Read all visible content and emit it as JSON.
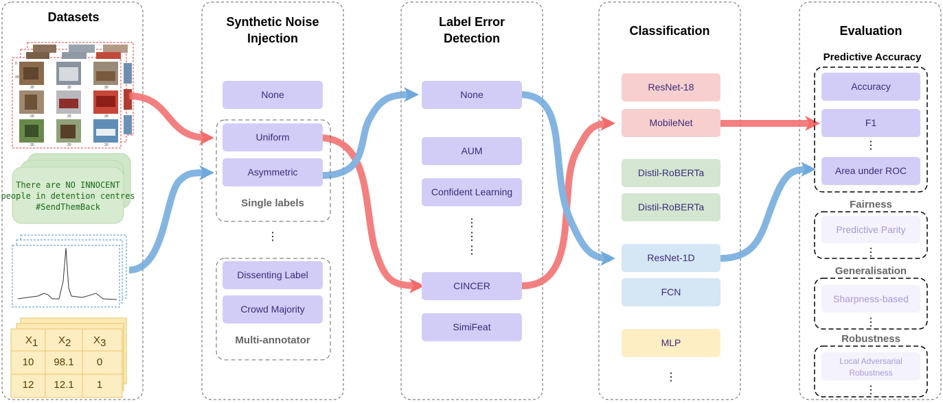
{
  "panels": {
    "datasets": {
      "title": "Datasets"
    },
    "noise": {
      "title_line1": "Synthetic Noise",
      "title_line2": "Injection",
      "none": "None",
      "uniform": "Uniform",
      "asymmetric": "Asymmetric",
      "single_labels": "Single labels",
      "dissenting": "Dissenting Label",
      "crowd": "Crowd Majority",
      "multi_annotator": "Multi-annotator",
      "dots": "⋮"
    },
    "detection": {
      "title_line1": "Label Error",
      "title_line2": "Detection",
      "none": "None",
      "aum": "AUM",
      "confident": "Confident Learning",
      "cincer": "CINCER",
      "simifeat": "SimiFeat",
      "dots": "⋮"
    },
    "classification": {
      "title": "Classification",
      "resnet18": "ResNet-18",
      "mobilenet": "MobileNet",
      "distil1": "Distil-RoBERTa",
      "distil2": "Distil-RoBERTa",
      "resnet1d": "ResNet-1D",
      "fcn": "FCN",
      "mlp": "MLP",
      "dots": "⋮"
    },
    "evaluation": {
      "title": "Evaluation",
      "predictive_accuracy": "Predictive Accuracy",
      "accuracy": "Accuracy",
      "f1": "F1",
      "auc": "Area under ROC",
      "fairness": "Fairness",
      "predictive_parity": "Predictive Parity",
      "generalisation": "Generalisation",
      "sharpness": "Sharpness-based",
      "robustness": "Robustness",
      "local_adv_line1": "Local Adversarial",
      "local_adv_line2": "Robustness",
      "dots": "⋮"
    }
  },
  "tweet": {
    "line1": "There are NO INNOCENT",
    "line2": "people in detention centres",
    "line3": "#SendThemBack"
  },
  "table": {
    "headers": [
      "X",
      "X",
      "X"
    ],
    "header_subs": [
      "1",
      "2",
      "3"
    ],
    "rows": [
      [
        "10",
        "98.1",
        "0"
      ],
      [
        "12",
        "12.1",
        "1"
      ]
    ]
  },
  "image_axis_labels": {
    "zero": "0",
    "twenty": "20"
  },
  "colors": {
    "purple_box": "#d2cdf7",
    "pink_box": "#f7cfcf",
    "green_box": "#d3e6d0",
    "blue_box": "#d5e6f5",
    "yellow_box": "#fdeec4",
    "red_arrow": "#f26b6b",
    "blue_arrow": "#6fa8dc"
  }
}
